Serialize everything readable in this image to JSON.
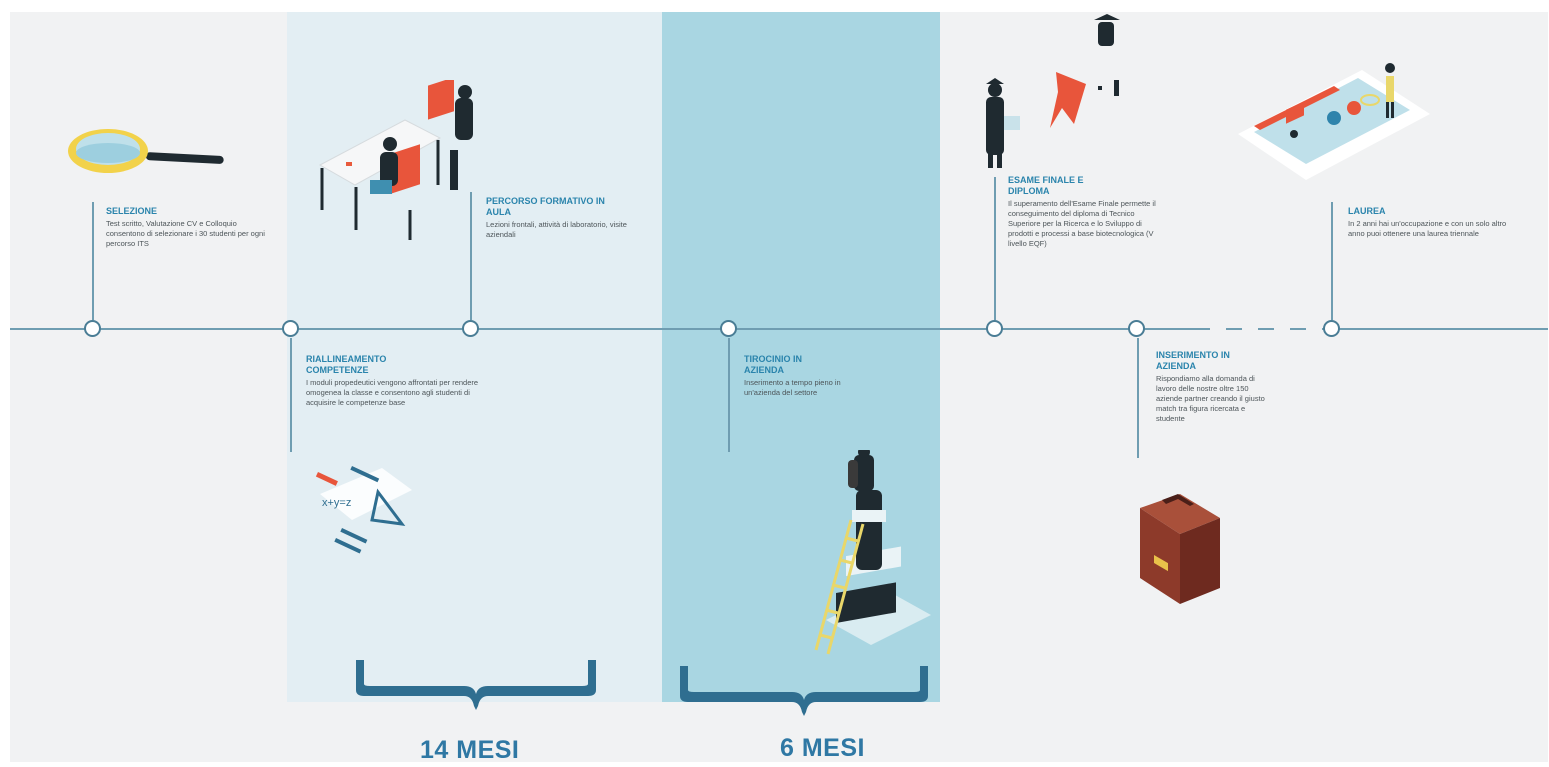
{
  "steps": {
    "selezione": {
      "title": "SELEZIONE",
      "desc": "Test scritto, Valutazione CV e Colloquio consentono di selezionare i 30 studenti per ogni percorso ITS"
    },
    "riallineamento": {
      "title": "RIALLINEAMENTO COMPETENZE",
      "desc": "I moduli propedeutici vengono affrontati per rendere omogenea la classe e consentono agli studenti di acquisire le competenze base"
    },
    "percorso": {
      "title": "PERCORSO FORMATIVO IN AULA",
      "desc": "Lezioni frontali, attività di laboratorio, visite aziendali"
    },
    "tirocinio": {
      "title": "TIROCINIO IN AZIENDA",
      "desc": "Inserimento a tempo pieno in un'azienda del settore"
    },
    "esame": {
      "title": "ESAME FINALE E DIPLOMA",
      "desc": "Il superamento dell'Esame Finale permette il conseguimento del diploma di Tecnico Superiore per la Ricerca e lo Sviluppo di prodotti e processi a base biotecnologica (V livello EQF)"
    },
    "inserimento": {
      "title": "INSERIMENTO IN AZIENDA",
      "desc": "Rispondiamo alla domanda di lavoro delle nostre oltre 150 aziende partner creando il giusto match tra figura ricercata e studente"
    },
    "laurea": {
      "title": "LAUREA",
      "desc": "In 2 anni hai un'occupazione e con un solo altro anno puoi ottenere una laurea triennale"
    }
  },
  "durations": {
    "first": "14 MESI",
    "second": "6 MESI"
  },
  "formula_text": "x+y=z",
  "colors": {
    "background": "#f1f2f3",
    "band_light": "#e3eef3",
    "band_dark": "#a9d6e2",
    "timeline": "#6f9db1",
    "title_blue": "#2a84ac",
    "duration_blue": "#2f78a4",
    "brace_blue": "#2f6e90"
  },
  "icons": [
    "magnifier-icon",
    "classroom-icon",
    "math-tools-icon",
    "microscope-icon",
    "graduation-icon",
    "briefcase-icon",
    "job-board-icon"
  ]
}
